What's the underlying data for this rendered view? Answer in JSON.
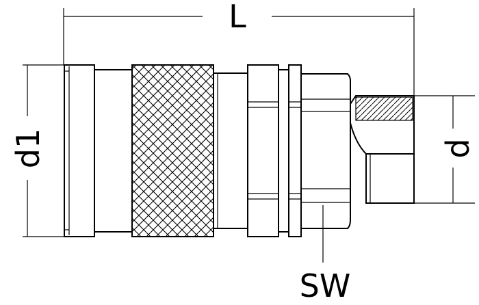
{
  "labels": {
    "length": "L",
    "d1": "d1",
    "d": "d",
    "wrench_size": "SW"
  },
  "colors": {
    "line": "#000000",
    "background": "#ffffff"
  }
}
